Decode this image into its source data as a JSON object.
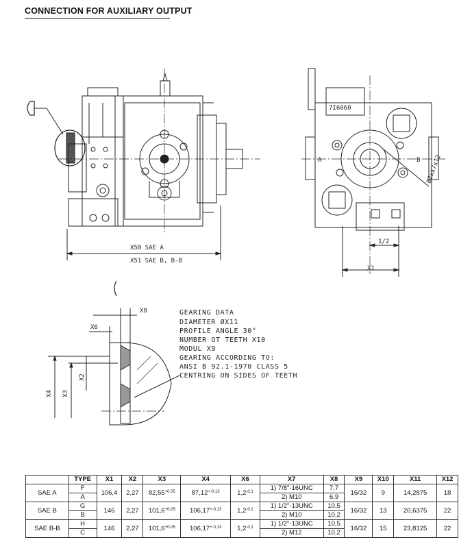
{
  "header": {
    "title": "CONNECTION FOR AUXILIARY OUTPUT"
  },
  "drawing": {
    "labels": {
      "x50": "X50 SAE A",
      "x51": "X51 SAE B, B-B",
      "x1": "X1",
      "half": "1/2",
      "port_a": "A",
      "port_b": "B",
      "thread": "Ø2xX7x12",
      "part_no": "7I6060",
      "x8": "X8",
      "x6": "X6",
      "x2": "X2",
      "x3": "X3",
      "x4": "X4"
    },
    "gearing_notes": [
      "GEARING DATA",
      "DIAMETER ØX11",
      "PROFILE ANGLE 30°",
      "NUMBER OT TEETH X10",
      "MODUL X9",
      "GEARING ACCORDING TO:",
      "ANSI B 92.1-1970 CLASS 5",
      "CENTRING ON SIDES OF TEETH"
    ]
  },
  "table": {
    "headers": [
      "",
      "TYPE",
      "X1",
      "X2",
      "X3",
      "X4",
      "X6",
      "X7",
      "X8",
      "X9",
      "X10",
      "X11",
      "X12"
    ],
    "rows": [
      {
        "name": "SAE A",
        "types": [
          "F",
          "A"
        ],
        "x1": "106,4",
        "x2": "2,27",
        "x3": "82,55",
        "x3_tol": "+0,05",
        "x4": "87,12",
        "x4_tol": "+-0,13",
        "x6": "1,2",
        "x6_tol": "-0,1",
        "x7": [
          "1) 7/8\"-16UNC",
          "2) M10"
        ],
        "x8": [
          "7,7",
          "6,9"
        ],
        "x9": "16/32",
        "x10": "9",
        "x11": "14,2875",
        "x12": "18"
      },
      {
        "name": "SAE B",
        "types": [
          "G",
          "B"
        ],
        "x1": "146",
        "x2": "2,27",
        "x3": "101,6",
        "x3_tol": "+0,05",
        "x4": "106,17",
        "x4_tol": "+-0,13",
        "x6": "1,2",
        "x6_tol": "-0,1",
        "x7": [
          "1) 1/2\"-13UNC",
          "2) M10"
        ],
        "x8": [
          "10,5",
          "10,2"
        ],
        "x9": "16/32",
        "x10": "13",
        "x11": "20,6375",
        "x12": "22"
      },
      {
        "name": "SAE B-B",
        "types": [
          "H",
          "C"
        ],
        "x1": "146",
        "x2": "2,27",
        "x3": "101,6",
        "x3_tol": "+0,05",
        "x4": "106,17",
        "x4_tol": "+-0,13",
        "x6": "1,2",
        "x6_tol": "-0,1",
        "x7": [
          "1) 1/2\"-13UNC",
          "2) M12"
        ],
        "x8": [
          "10,5",
          "10,2"
        ],
        "x9": "16/32",
        "x10": "15",
        "x11": "23,8125",
        "x12": "22"
      }
    ]
  }
}
